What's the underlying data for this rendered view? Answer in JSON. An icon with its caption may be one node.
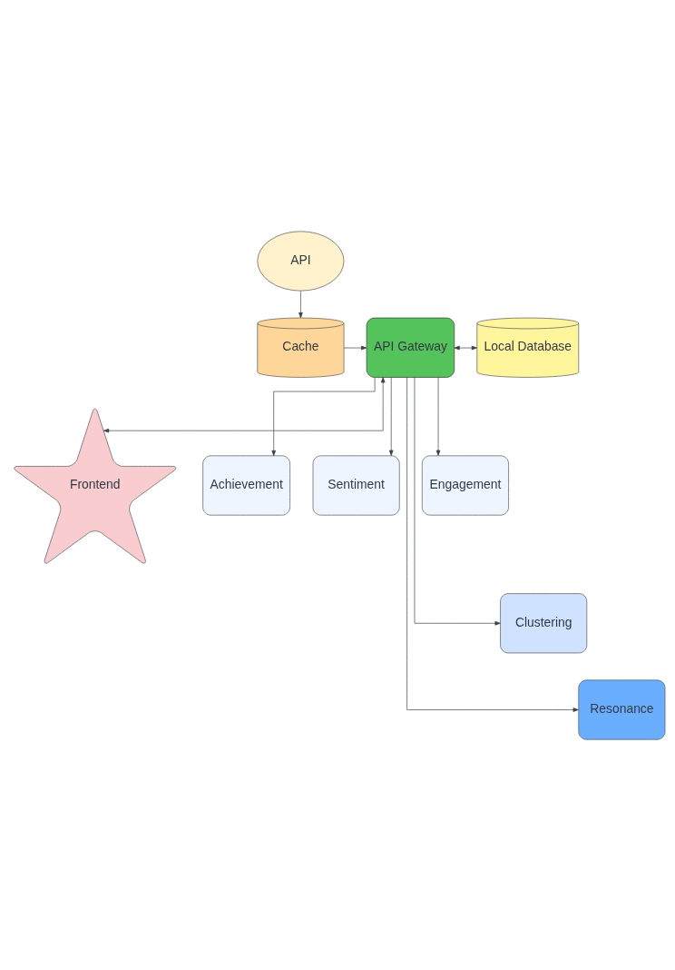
{
  "diagram": {
    "nodes": [
      {
        "text": [
          "API"
        ]
      },
      {
        "text": [
          "Frontend"
        ]
      },
      {
        "text": [
          "Cache"
        ]
      },
      {
        "text": [
          "API Gateway"
        ]
      },
      {
        "text": [
          "Local Database"
        ]
      },
      {
        "text": [
          "Achievement"
        ]
      },
      {
        "text": [
          "Sentiment"
        ]
      },
      {
        "text": [
          "Engagement"
        ]
      },
      {
        "text": [
          "Clustering"
        ]
      },
      {
        "text": [
          "Resonance"
        ]
      }
    ],
    "edges": [
      {
        "from": 0,
        "to": 2,
        "arrow": "to"
      },
      {
        "from": 3,
        "to": 1,
        "arrow": "both"
      },
      {
        "from": 2,
        "to": 3,
        "arrow": "to"
      },
      {
        "from": 3,
        "to": 4,
        "arrow": "both"
      },
      {
        "from": 3,
        "to": 5,
        "arrow": "to"
      },
      {
        "from": 3,
        "to": 6,
        "arrow": "to"
      },
      {
        "from": 3,
        "to": 7,
        "arrow": "to"
      },
      {
        "from": 3,
        "to": 8,
        "arrow": "to"
      },
      {
        "from": 3,
        "to": 9,
        "arrow": "to"
      }
    ]
  }
}
